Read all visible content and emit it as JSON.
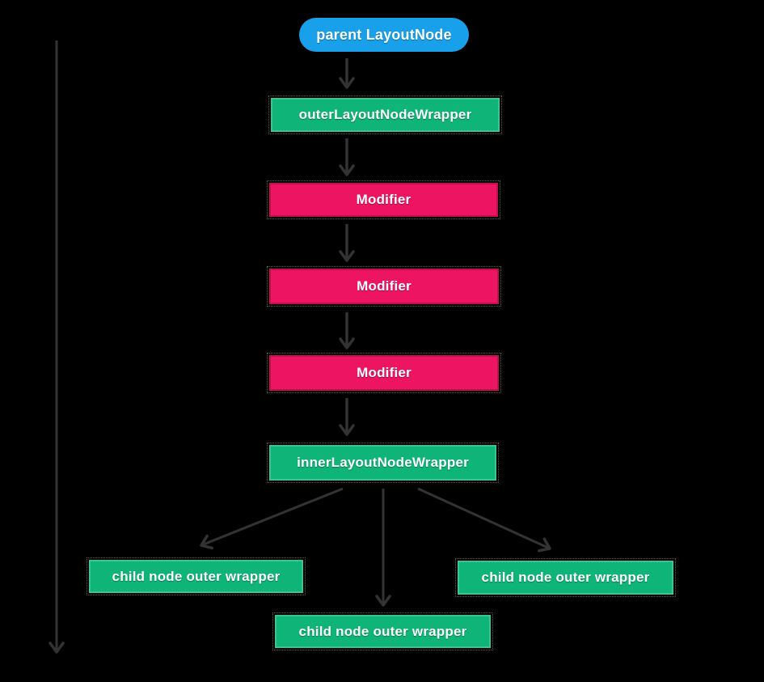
{
  "palette": {
    "background": "#000000",
    "layout_node_blue": "#18a0ea",
    "wrapper_green": "#0fb478",
    "modifier_pink": "#ed1562",
    "arrow_gray": "#333333",
    "label_text": "#ffffff"
  },
  "nodes": {
    "parent": {
      "label": "parent LayoutNode"
    },
    "outer_wrapper": {
      "label": "outerLayoutNodeWrapper"
    },
    "modifier_1": {
      "label": "Modifier"
    },
    "modifier_2": {
      "label": "Modifier"
    },
    "modifier_3": {
      "label": "Modifier"
    },
    "inner_wrapper": {
      "label": "innerLayoutNodeWrapper"
    },
    "child_left": {
      "label": "child node outer wrapper"
    },
    "child_middle": {
      "label": "child node outer wrapper"
    },
    "child_right": {
      "label": "child node outer wrapper"
    }
  },
  "edges": [
    "parent -> outerLayoutNodeWrapper",
    "outerLayoutNodeWrapper -> Modifier",
    "Modifier -> Modifier",
    "Modifier -> Modifier",
    "Modifier -> innerLayoutNodeWrapper",
    "innerLayoutNodeWrapper -> child node outer wrapper (left)",
    "innerLayoutNodeWrapper -> child node outer wrapper (middle)",
    "innerLayoutNodeWrapper -> child node outer wrapper (right)",
    "recursion arrow down left side"
  ]
}
